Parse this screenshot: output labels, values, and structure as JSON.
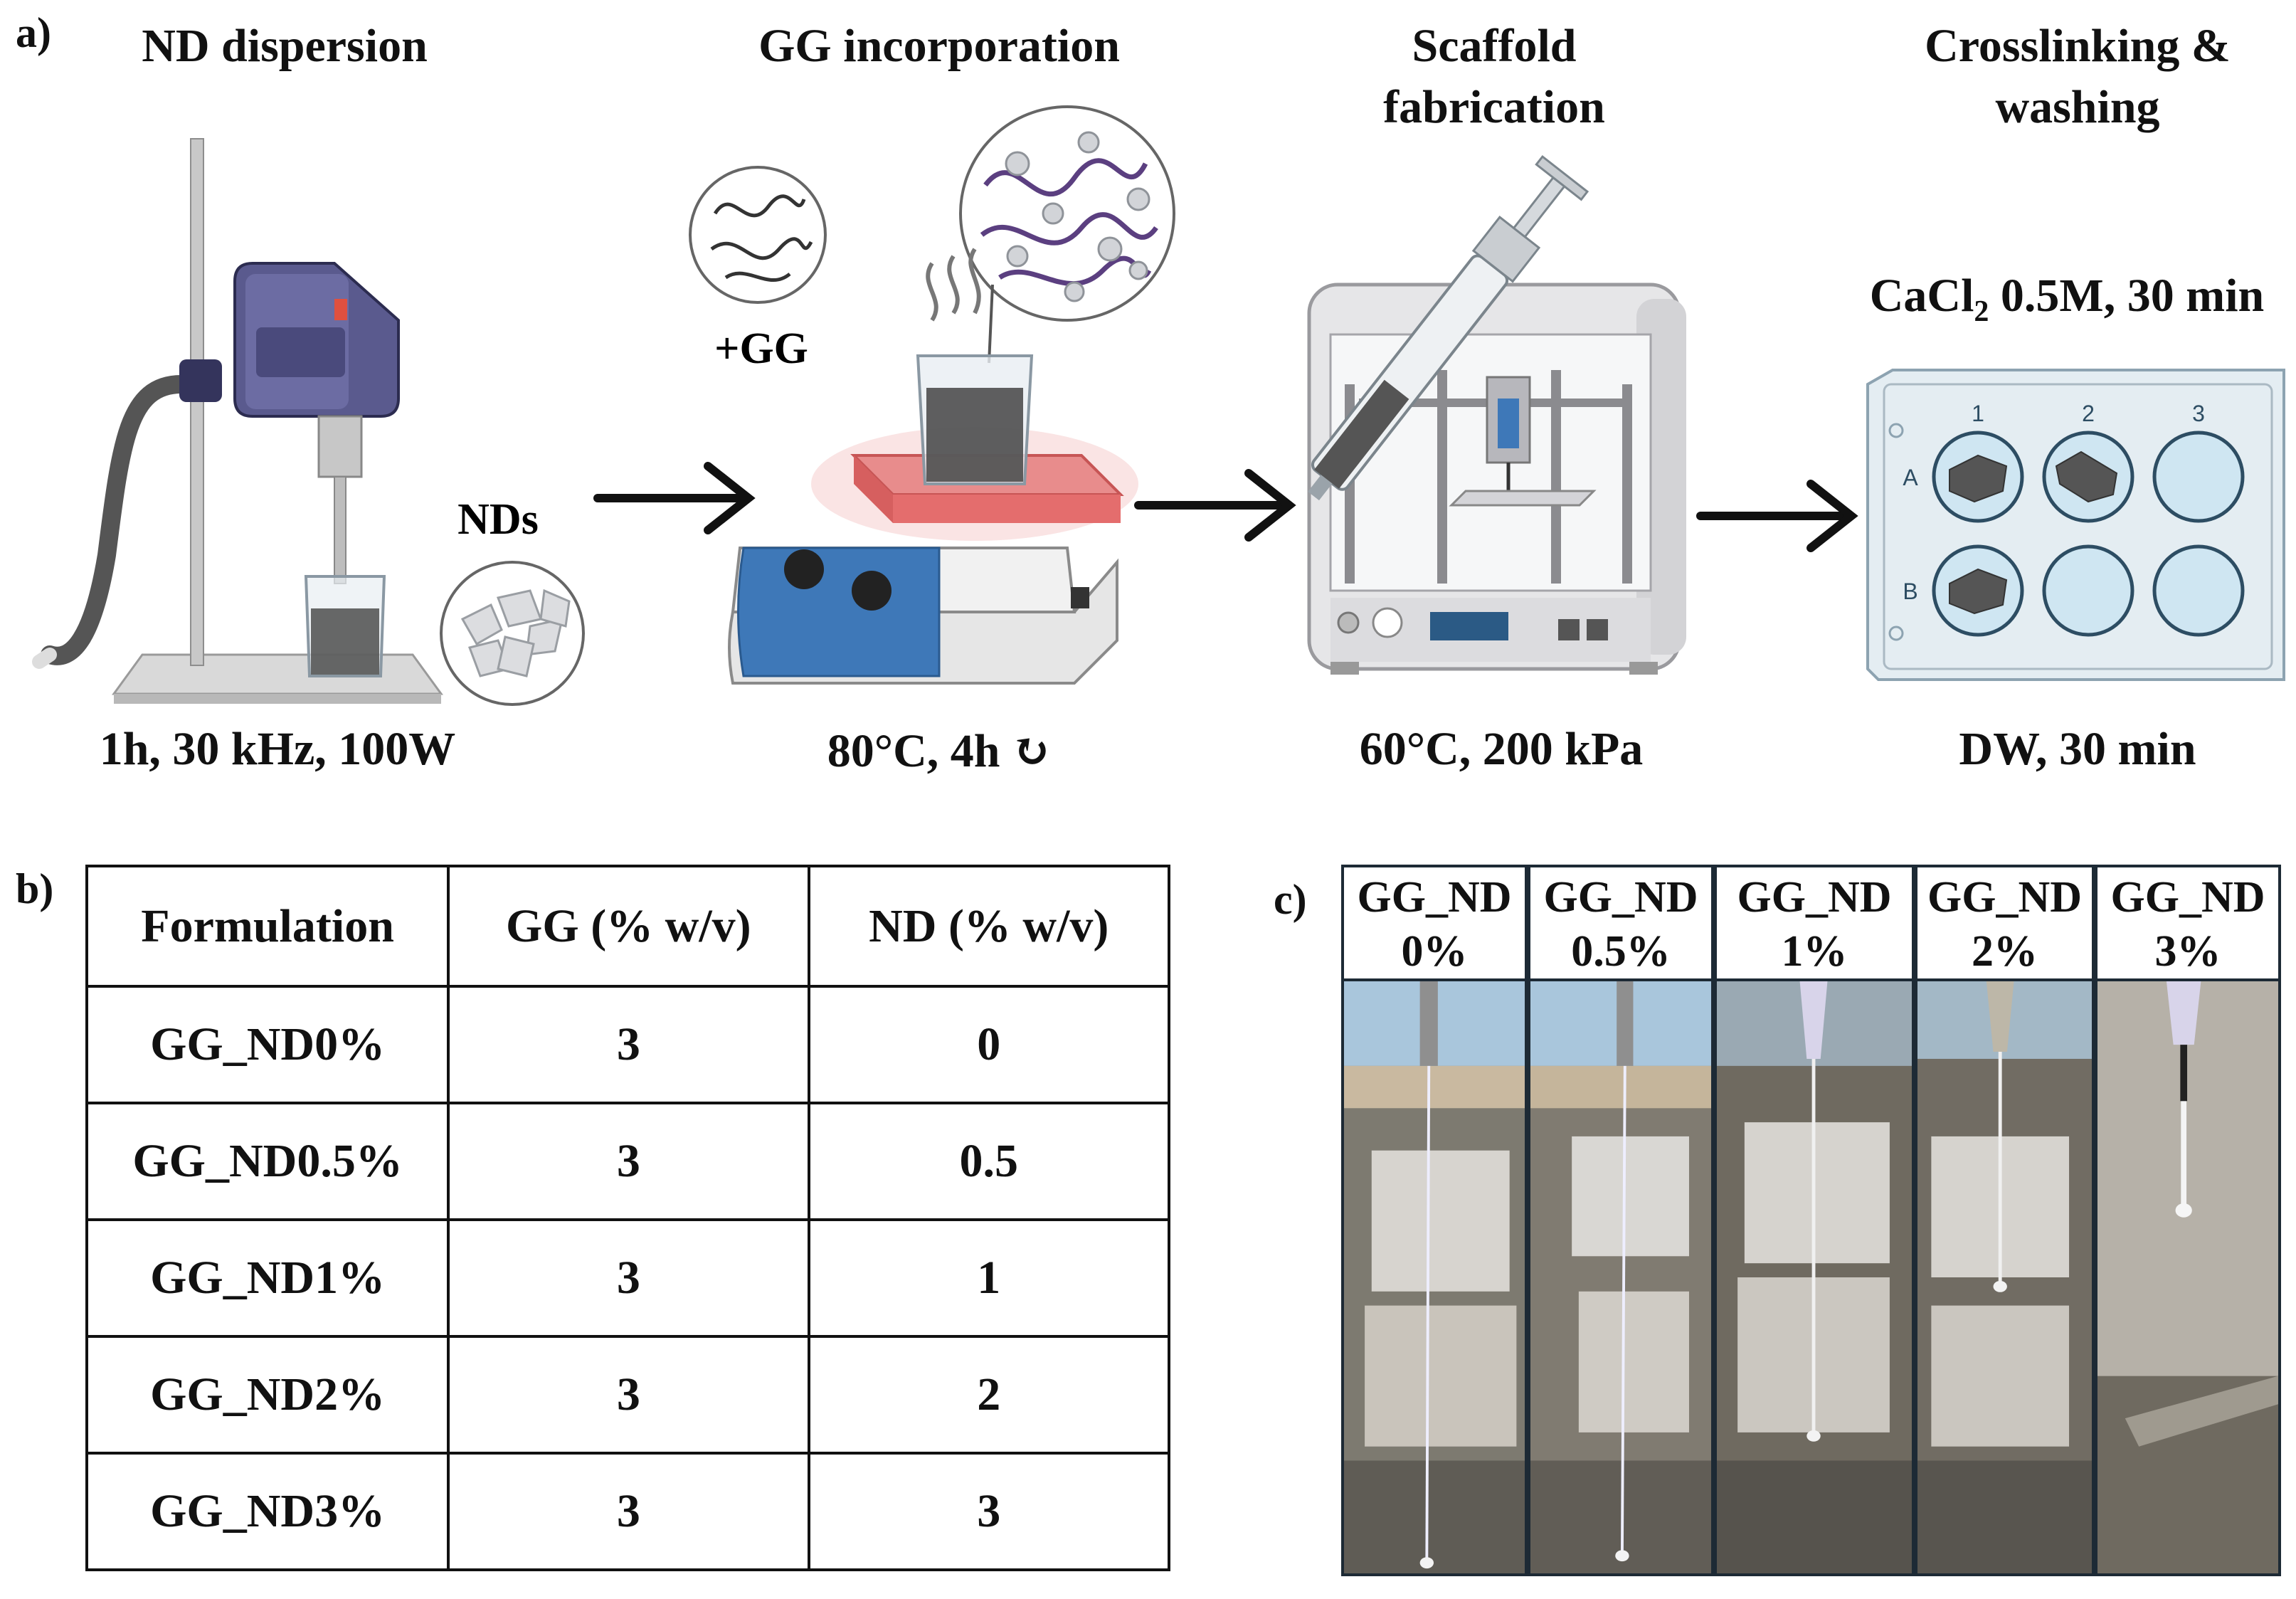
{
  "panel_labels": {
    "a": "a)",
    "b": "b)",
    "c": "c)"
  },
  "steps": [
    {
      "title": "ND dispersion",
      "condition": "1h, 30 kHz, 100W"
    },
    {
      "title": "GG incorporation",
      "condition": "80°C, 4h ↻"
    },
    {
      "title_line1": "Scaffold",
      "title_line2": "fabrication",
      "condition": "60°C, 200 kPa"
    },
    {
      "title_line1": "Crosslinking &",
      "title_line2": "washing",
      "condition": "DW, 30 min"
    }
  ],
  "annotations": {
    "nds": "NDs",
    "plus_gg": "+GG",
    "cacl2_pre": "CaCl",
    "cacl2_sub": "2",
    "cacl2_post": " 0.5M, 30 min",
    "plate_cols": [
      "1",
      "2",
      "3"
    ],
    "plate_rows": [
      "A",
      "B"
    ]
  },
  "table": {
    "headers": [
      "Formulation",
      "GG (% w/v)",
      "ND (% w/v)"
    ],
    "rows": [
      [
        "GG_ND0%",
        "3",
        "0"
      ],
      [
        "GG_ND0.5%",
        "3",
        "0.5"
      ],
      [
        "GG_ND1%",
        "3",
        "1"
      ],
      [
        "GG_ND2%",
        "3",
        "2"
      ],
      [
        "GG_ND3%",
        "3",
        "3"
      ]
    ]
  },
  "photos": [
    {
      "line1": "GG_ND",
      "line2": "0%"
    },
    {
      "line1": "GG_ND",
      "line2": "0.5%"
    },
    {
      "line1": "GG_ND",
      "line2": "1%"
    },
    {
      "line1": "GG_ND",
      "line2": "2%"
    },
    {
      "line1": "GG_ND",
      "line2": "3%"
    }
  ],
  "colors": {
    "arrow": "#111111",
    "device_purple": "#4a4a86",
    "hotplate_blue": "#3e78b8",
    "hot_red": "#e46d6d",
    "plate_well": "#cfe6f2"
  }
}
